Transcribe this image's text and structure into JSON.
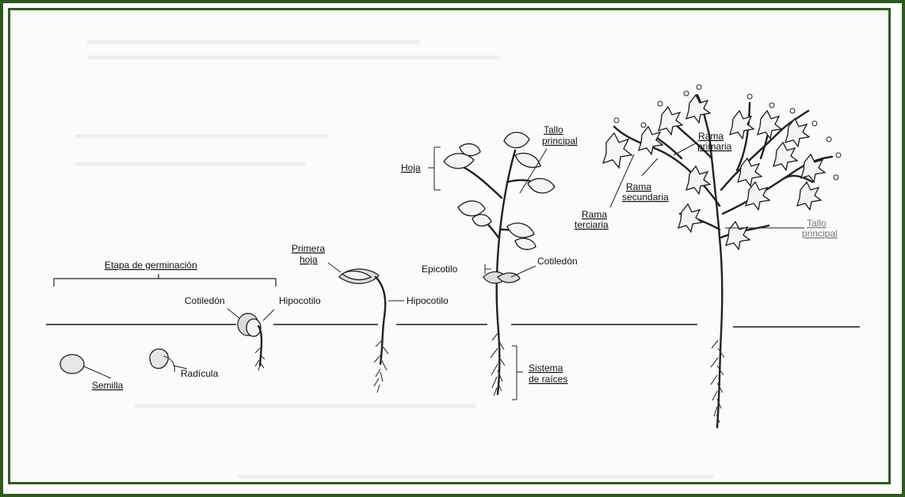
{
  "labels": {
    "etapa": "Etapa de germinación",
    "semilla": "Semilla",
    "radicula": "Radícula",
    "cotiledon1": "Cotiledón",
    "hipocotilo1": "Hipocotilo",
    "primera_hoja": [
      "Primera",
      "hoja"
    ],
    "hipocotilo2": "Hipocotilo",
    "hoja": "Hoja",
    "tallo_principal1": [
      "Tallo",
      "principal"
    ],
    "epicotilo": "Epicotilo",
    "cotiledon2": "Cotiledón",
    "sistema_raices": [
      "Sistema",
      "de raíces"
    ],
    "rama_primaria": [
      "Rama",
      "primaria"
    ],
    "rama_secundaria": [
      "Rama",
      "secundaria"
    ],
    "rama_terciaria": [
      "Rama",
      "terciaria"
    ],
    "tallo_principal2": [
      "Tallo",
      "principal"
    ]
  },
  "colors": {
    "frame": "#2f5a1f",
    "ink": "#111111",
    "background": "#fbfbfa"
  }
}
